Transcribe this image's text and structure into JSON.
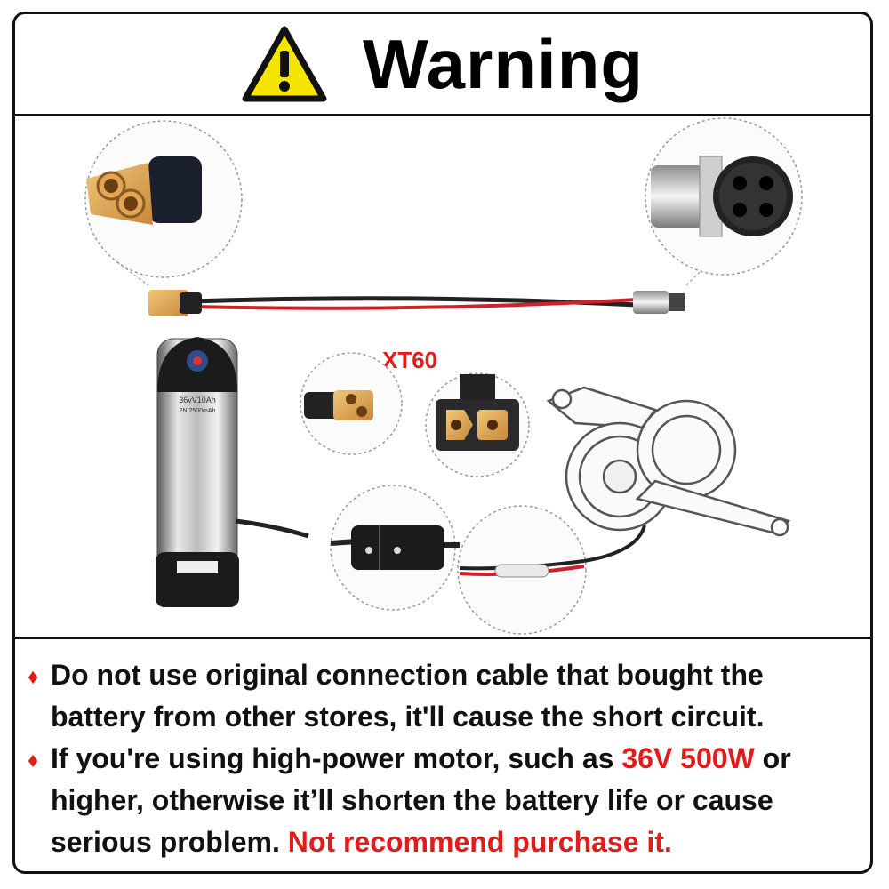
{
  "header": {
    "title": "Warning",
    "warning_icon": "warning-triangle-icon"
  },
  "illustration": {
    "connector_label": "XT60",
    "battery_label": "36vV10Ah",
    "battery_sublabel": "2N 2500mAh"
  },
  "notes": [
    {
      "text_1": "Do not use original connection cable that bought the battery from other stores, it'll cause the short circuit."
    },
    {
      "text_1": "If you're using high-power motor, such as ",
      "highlight_1": "36V 500W",
      "text_2": " or higher, otherwise it’ll shorten the battery life or cause serious problem. ",
      "highlight_2": "Not recommend purchase it."
    }
  ],
  "colors": {
    "accent_red": "#e31b1b",
    "warning_yellow": "#f5e300",
    "border": "#111111"
  }
}
